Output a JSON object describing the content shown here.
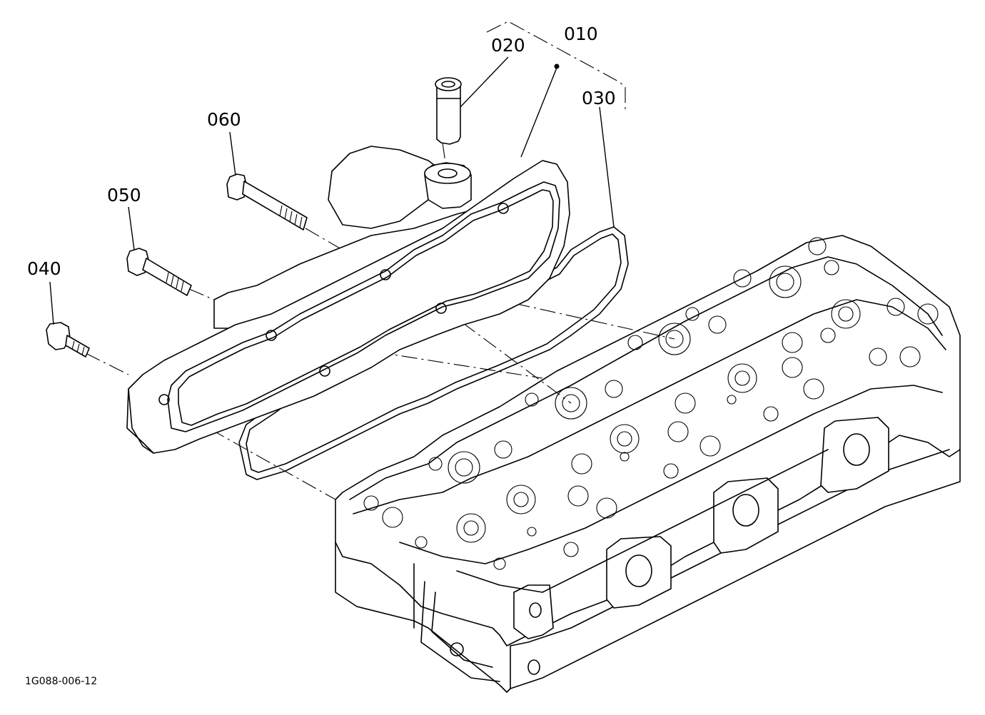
{
  "callouts": {
    "c010": "010",
    "c020": "020",
    "c030": "030",
    "c040": "040",
    "c050": "050",
    "c060": "060"
  },
  "drawing_code": "1G088-006-12"
}
